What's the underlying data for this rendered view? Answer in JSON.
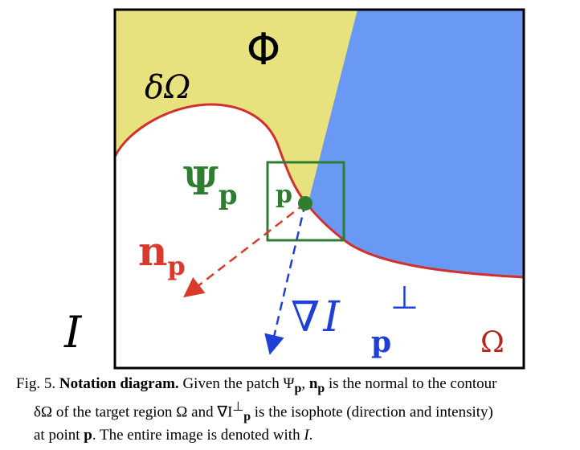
{
  "diagram": {
    "labels": {
      "phi": "Φ",
      "delta_omega": "δΩ",
      "psi": "Ψ",
      "psi_sub": "p",
      "p_point": "p",
      "n": "n",
      "n_sub": "p",
      "gradient_nabla": "∇",
      "gradient_I": "I",
      "gradient_sub": "p",
      "gradient_sup": "⊥",
      "image_I": "I",
      "omega": "Ω"
    },
    "colors": {
      "source_yellow": "#e8e27e",
      "target_blue": "#6a98f5",
      "contour_red": "#d0312d",
      "patch_green": "#2e7d32",
      "point_green": "#2f7d2f",
      "normal_red": "#d93a2b",
      "isophote_blue": "#1f3fd6",
      "frame": "#000000"
    }
  },
  "caption": {
    "line1_prefix": "Fig. 5.  ",
    "line1_bold": "Notation diagram.",
    "line1_rest": " Given the patch Ψ",
    "line1_sub1": "p",
    "line1_mid": ", ",
    "line1_n": "n",
    "line1_sub2": "p",
    "line1_end": " is the normal to the contour",
    "line2_start": "δΩ of the target region Ω and ∇I",
    "line2_sup": "⊥",
    "line2_sub": "p",
    "line2_end": " is the isophote (direction and intensity)",
    "line3_start": "at point ",
    "line3_p": "p",
    "line3_end": ". The entire image is denoted with ",
    "line3_I": "I",
    "line3_period": "."
  }
}
